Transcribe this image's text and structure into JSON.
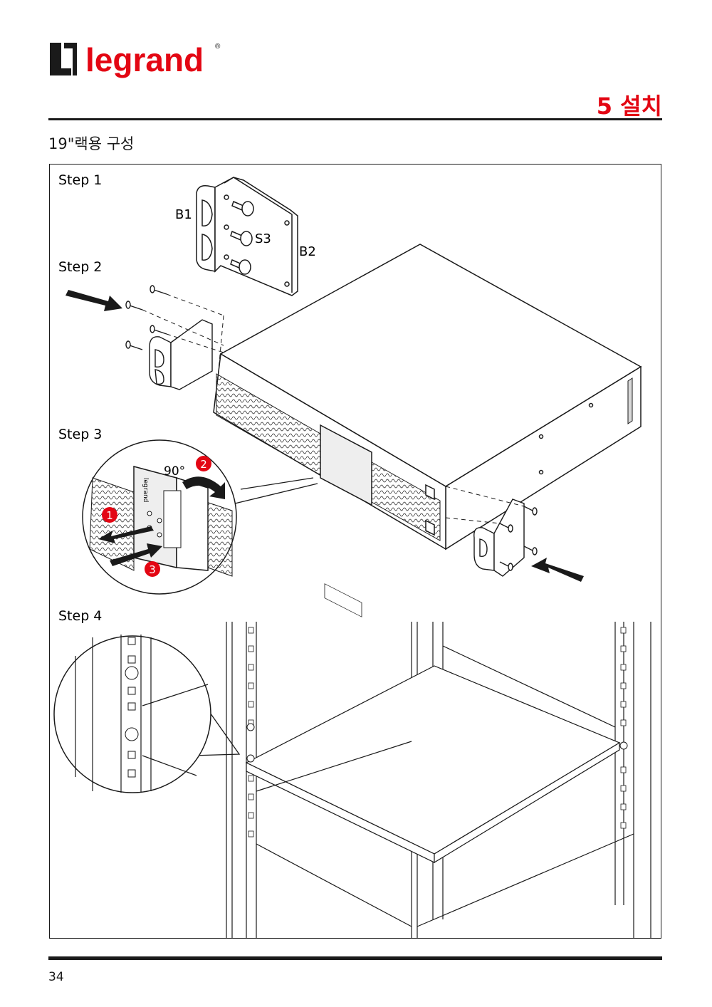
{
  "brand": {
    "name": "legrand",
    "mark": "®",
    "brand_color": "#e30613"
  },
  "header": {
    "section_title": "5 설치"
  },
  "subheading": "19\"랙용 구성",
  "figure": {
    "steps": [
      "Step 1",
      "Step 2",
      "Step 3",
      "Step 4"
    ],
    "part_labels": {
      "b1": "B1",
      "s3": "S3",
      "b2": "B2"
    },
    "rotation_label": "90°",
    "callouts": [
      "1",
      "2",
      "3"
    ],
    "panel_logo": "legrand"
  },
  "footer": {
    "page_number": "34"
  }
}
